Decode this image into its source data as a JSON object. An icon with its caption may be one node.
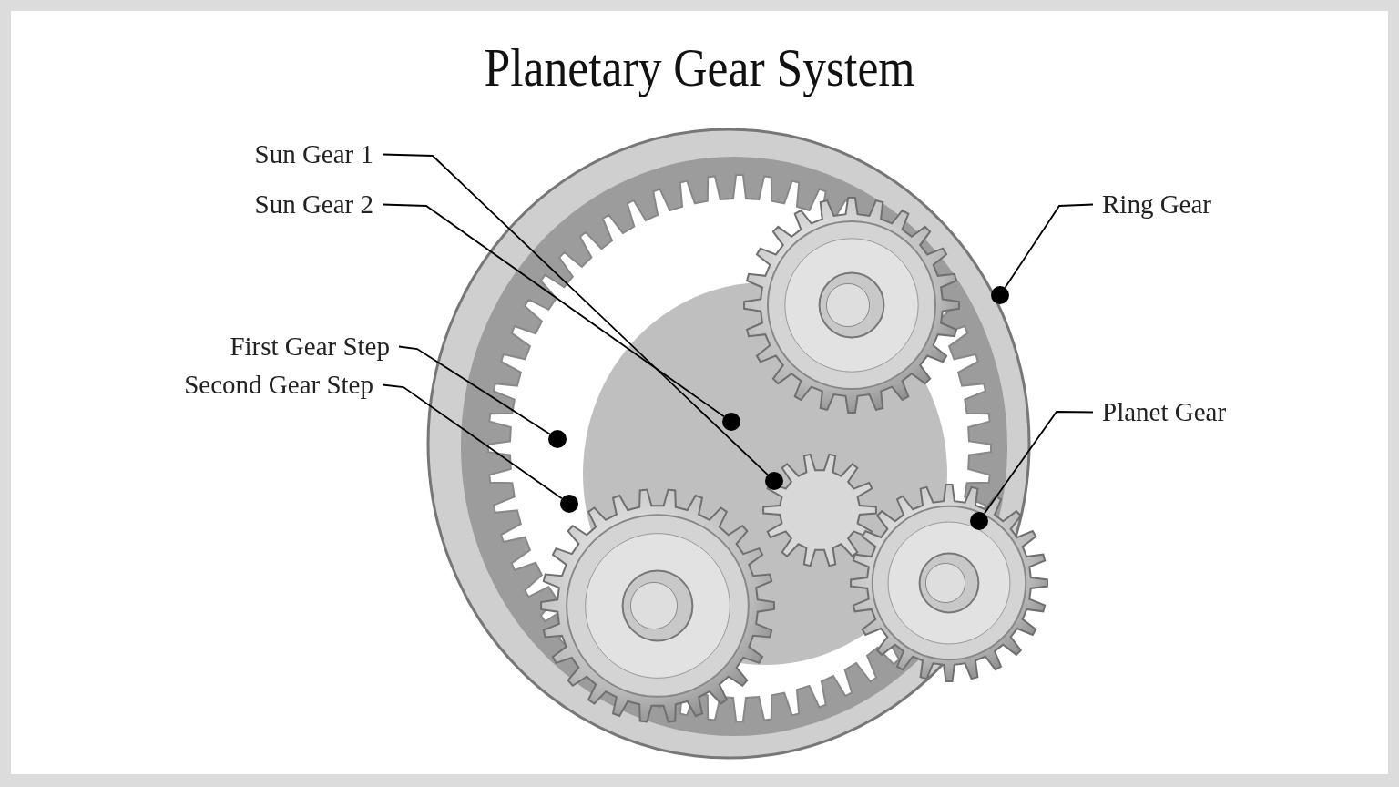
{
  "diagram": {
    "title": "Planetary Gear System",
    "nodes": [
      {
        "text": [
          "Sun Gear 1"
        ]
      },
      {
        "text": [
          "Sun Gear 2"
        ]
      },
      {
        "text": [
          "First Gear Step"
        ]
      },
      {
        "text": [
          "Second Gear Step"
        ]
      },
      {
        "text": [
          "Ring Gear"
        ]
      },
      {
        "text": [
          "Planet Gear"
        ]
      },
      {
        "text": [],
        "shape": "circle"
      },
      {
        "text": [],
        "shape": "circle"
      },
      {
        "text": [],
        "shape": "circle"
      },
      {
        "text": [],
        "shape": "circle"
      },
      {
        "text": [],
        "shape": "circle"
      },
      {
        "text": [],
        "shape": "circle"
      }
    ],
    "edges": [
      {
        "from": 0,
        "to": 9,
        "arrow": "none"
      },
      {
        "from": 1,
        "to": 8,
        "arrow": "none"
      },
      {
        "from": 2,
        "to": 6,
        "arrow": "none"
      },
      {
        "from": 3,
        "to": 7,
        "arrow": "none"
      },
      {
        "from": 4,
        "to": 11,
        "arrow": "none"
      },
      {
        "from": 5,
        "to": 10,
        "arrow": "none"
      }
    ]
  }
}
